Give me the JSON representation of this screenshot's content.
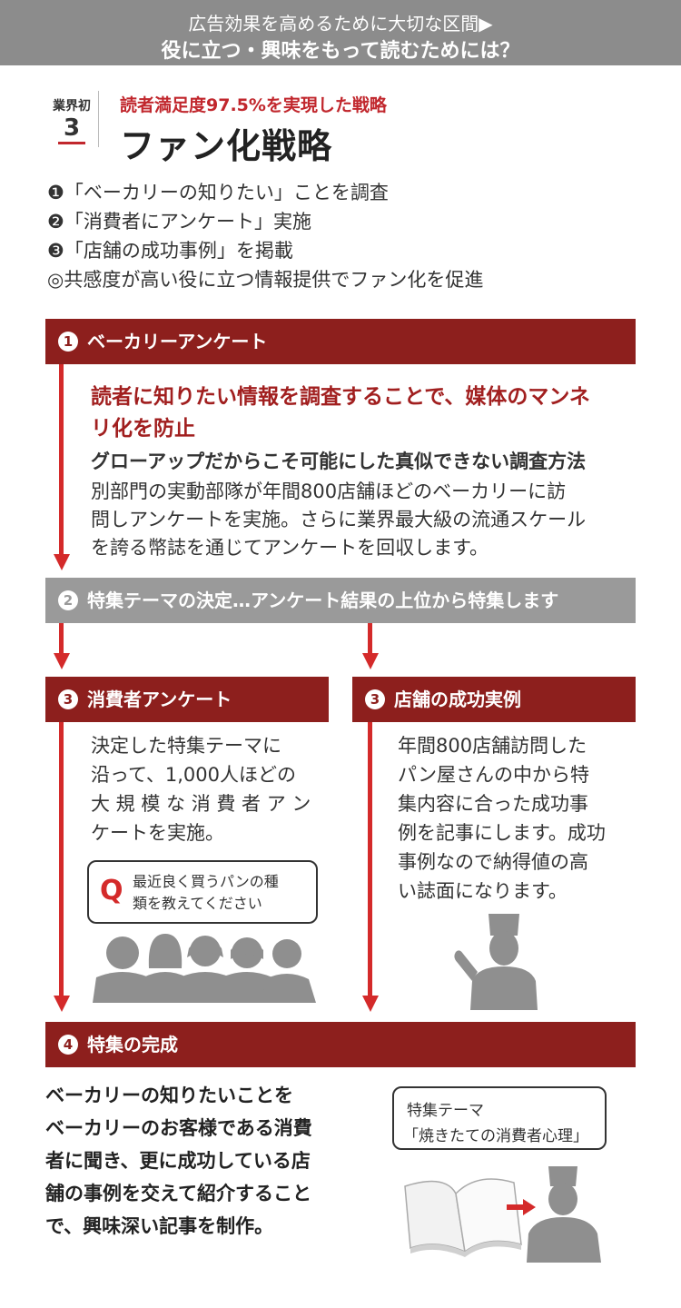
{
  "banner": {
    "line1": "広告効果を高めるために大切な区間▶",
    "line2": "役に立つ・興味をもって読むためには？"
  },
  "badge": {
    "label": "業界初",
    "number": "3"
  },
  "heading": {
    "subtitle": "読者満足度97.5%を実現した戦略",
    "title": "ファン化戦略"
  },
  "points": [
    "❶「ベーカリーの知りたい」ことを調査",
    "❷「消費者にアンケート」実施",
    "❸「店舗の成功事例」を掲載",
    "◎共感度が高い役に立つ情報提供でファン化を促進"
  ],
  "step1": {
    "num": "1",
    "label": "ベーカリーアンケート",
    "headline_1": "読者に知りたい情報を調査することで、媒体のマンネ",
    "headline_2": "リ化を防止",
    "subhead": "グローアップだからこそ可能にした真似できない調査方法",
    "body_1": "別部門の実動部隊が年間800店舗ほどのベーカリーに訪",
    "body_2": "問しアンケートを実施。さらに業界最大級の流通スケール",
    "body_3": "を誇る幣誌を通じてアンケートを回収します。"
  },
  "step2": {
    "num": "2",
    "label": "特集テーマの決定…アンケート結果の上位から特集します"
  },
  "step3a": {
    "num": "3",
    "label": "消費者アンケート",
    "lines": [
      "決定した特集テーマに",
      "沿って、1,000人ほどの",
      "大 規 模 な 消 費 者 ア ン",
      "ケートを実施。"
    ],
    "q_mark": "Q",
    "q_line1": "最近良く買うパンの種",
    "q_line2": "類を教えてください"
  },
  "step3b": {
    "num": "3",
    "label": "店舗の成功実例",
    "lines": [
      "年間800店舗訪問した",
      "パン屋さんの中から特",
      "集内容に合った成功事",
      "例を記事にします。成功",
      "事例なので納得値の高",
      "い誌面になります。"
    ]
  },
  "step4": {
    "num": "4",
    "label": "特集の完成",
    "lines": [
      "ベーカリーの知りたいことを",
      "ベーカリーのお客様である消費",
      "者に聞き、更に成功している店",
      "舗の事例を交えて紹介すること",
      "で、興味深い記事を制作。"
    ],
    "theme_label": "特集テーマ",
    "theme_value": "「焼きたての消費者心理」"
  },
  "colors": {
    "accent_red": "#8d1f1d",
    "arrow_red": "#d42a2a",
    "banner_gray": "#8c8c8c",
    "person_gray": "#8f8f8f"
  }
}
